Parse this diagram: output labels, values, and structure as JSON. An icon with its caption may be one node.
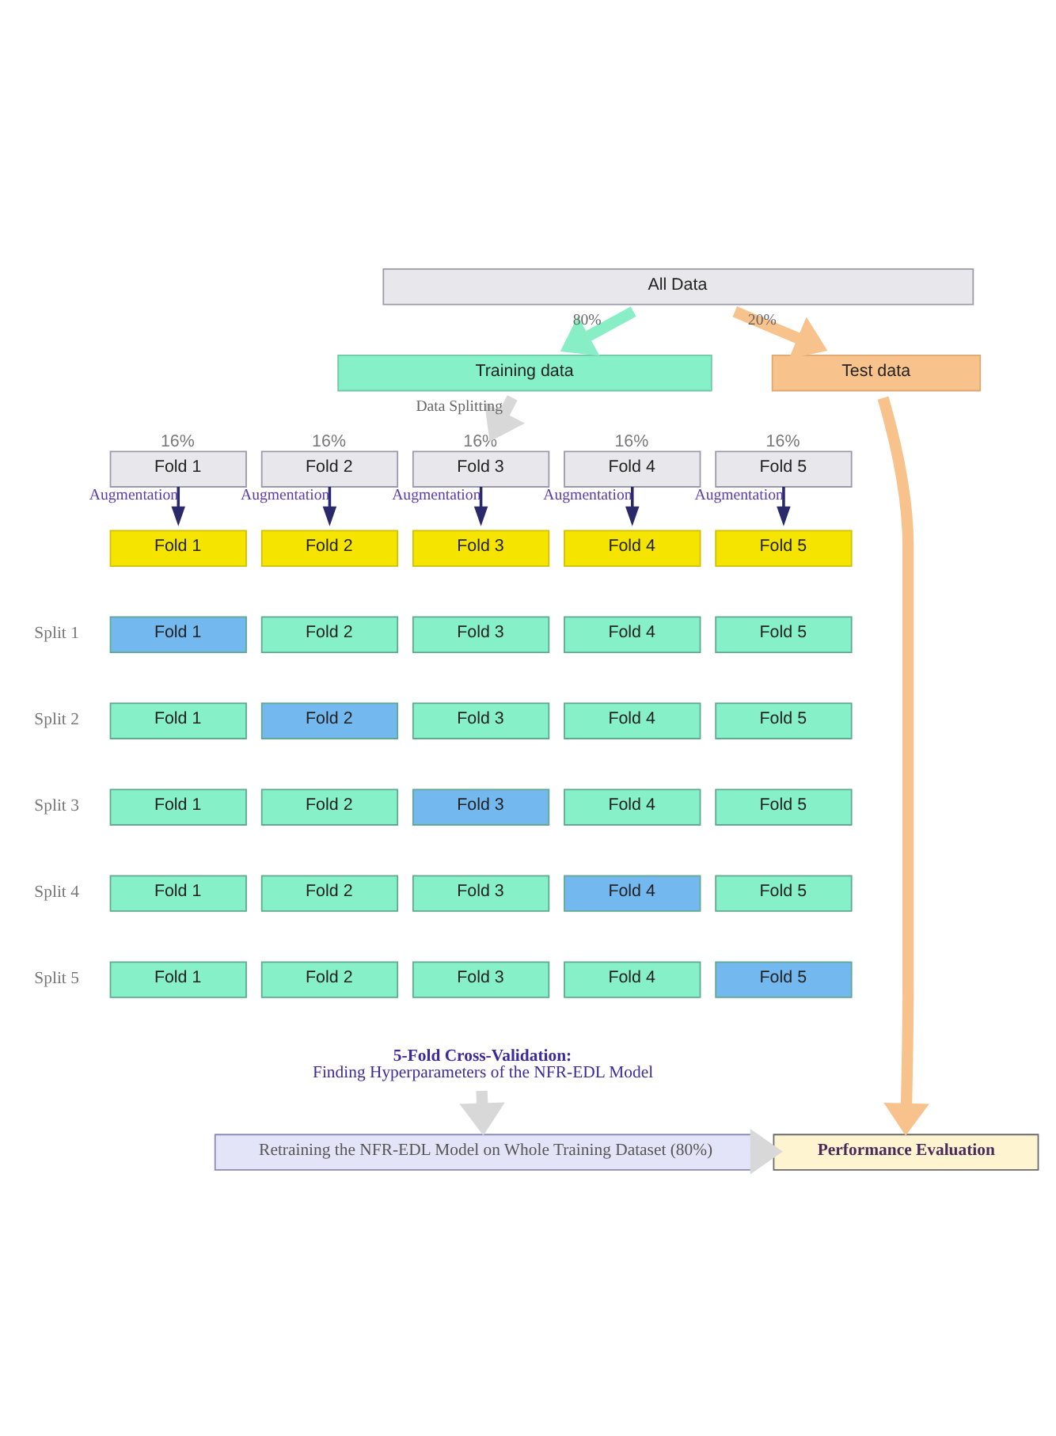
{
  "diagram": {
    "nodes": [
      {
        "text": [
          "All Data"
        ]
      },
      {
        "text": [
          "Training data"
        ]
      },
      {
        "text": [
          "Test data"
        ]
      },
      {
        "text": [
          "Fold 1"
        ],
        "beside": [
          "16%"
        ]
      },
      {
        "text": [
          "Fold 2"
        ],
        "beside": [
          "16%"
        ]
      },
      {
        "text": [
          "Fold 3"
        ],
        "beside": [
          "16%"
        ]
      },
      {
        "text": [
          "Fold 4"
        ],
        "beside": [
          "16%"
        ]
      },
      {
        "text": [
          "Fold 5"
        ],
        "beside": [
          "16%"
        ]
      },
      {
        "text": [
          "Fold 1"
        ]
      },
      {
        "text": [
          "Fold 2"
        ]
      },
      {
        "text": [
          "Fold 3"
        ]
      },
      {
        "text": [
          "Fold 4"
        ]
      },
      {
        "text": [
          "Fold 5"
        ]
      },
      {
        "text": [
          "Fold 1"
        ]
      },
      {
        "text": [
          "Fold 2"
        ]
      },
      {
        "text": [
          "Fold 3"
        ]
      },
      {
        "text": [
          "Fold 4"
        ]
      },
      {
        "text": [
          "Fold 5"
        ]
      },
      {
        "text": [
          "Fold 1"
        ]
      },
      {
        "text": [
          "Fold 2"
        ]
      },
      {
        "text": [
          "Fold 3"
        ]
      },
      {
        "text": [
          "Fold 4"
        ]
      },
      {
        "text": [
          "Fold 5"
        ]
      },
      {
        "text": [
          "Fold 1"
        ]
      },
      {
        "text": [
          "Fold 2"
        ]
      },
      {
        "text": [
          "Fold 3"
        ]
      },
      {
        "text": [
          "Fold 4"
        ]
      },
      {
        "text": [
          "Fold 5"
        ]
      },
      {
        "text": [
          "Fold 1"
        ]
      },
      {
        "text": [
          "Fold 2"
        ]
      },
      {
        "text": [
          "Fold 3"
        ]
      },
      {
        "text": [
          "Fold 4"
        ]
      },
      {
        "text": [
          "Fold 5"
        ]
      },
      {
        "text": [
          "Fold 1"
        ]
      },
      {
        "text": [
          "Fold 2"
        ]
      },
      {
        "text": [
          "Fold 3"
        ]
      },
      {
        "text": [
          "Fold 4"
        ]
      },
      {
        "text": [
          "Fold 5"
        ]
      },
      {
        "text": [
          "5-Fold Cross-Validation:",
          "Finding Hyperparameters of the NFR-EDL Model"
        ]
      },
      {
        "text": [
          "Retraining the NFR-EDL Model on Whole Training Dataset (80%)"
        ]
      },
      {
        "text": [
          "Performance Evaluation"
        ]
      }
    ],
    "edges": [
      {
        "from": 0,
        "to": 1,
        "arrow": "to",
        "label": "80%",
        "style": "thick",
        "color": "#88eec6"
      },
      {
        "from": 0,
        "to": 2,
        "arrow": "to",
        "label": "20%",
        "style": "thick",
        "color": "#f8c28c"
      },
      {
        "from": 1,
        "to": 5,
        "arrow": "to",
        "label": "Data Splitting",
        "style": "thick",
        "color": "#d8d8d8"
      },
      {
        "from": 3,
        "to": 8,
        "arrow": "to",
        "label": "Augmentation"
      },
      {
        "from": 4,
        "to": 9,
        "arrow": "to",
        "label": "Augmentation"
      },
      {
        "from": 5,
        "to": 10,
        "arrow": "to",
        "label": "Augmentation"
      },
      {
        "from": 6,
        "to": 11,
        "arrow": "to",
        "label": "Augmentation"
      },
      {
        "from": 7,
        "to": 12,
        "arrow": "to",
        "label": "Augmentation"
      },
      {
        "from": 38,
        "to": 39,
        "arrow": "to",
        "style": "thick",
        "color": "#d8d8d8"
      },
      {
        "from": 2,
        "to": 40,
        "arrow": "to",
        "style": "thick",
        "color": "#f8c28c"
      },
      {
        "from": 39,
        "to": 40,
        "arrow": "to",
        "style": "thick",
        "color": "#d8d8d8"
      }
    ],
    "labels": [
      "Split 1",
      "Split 2",
      "Split 3",
      "Split 4",
      "Split 5"
    ]
  }
}
